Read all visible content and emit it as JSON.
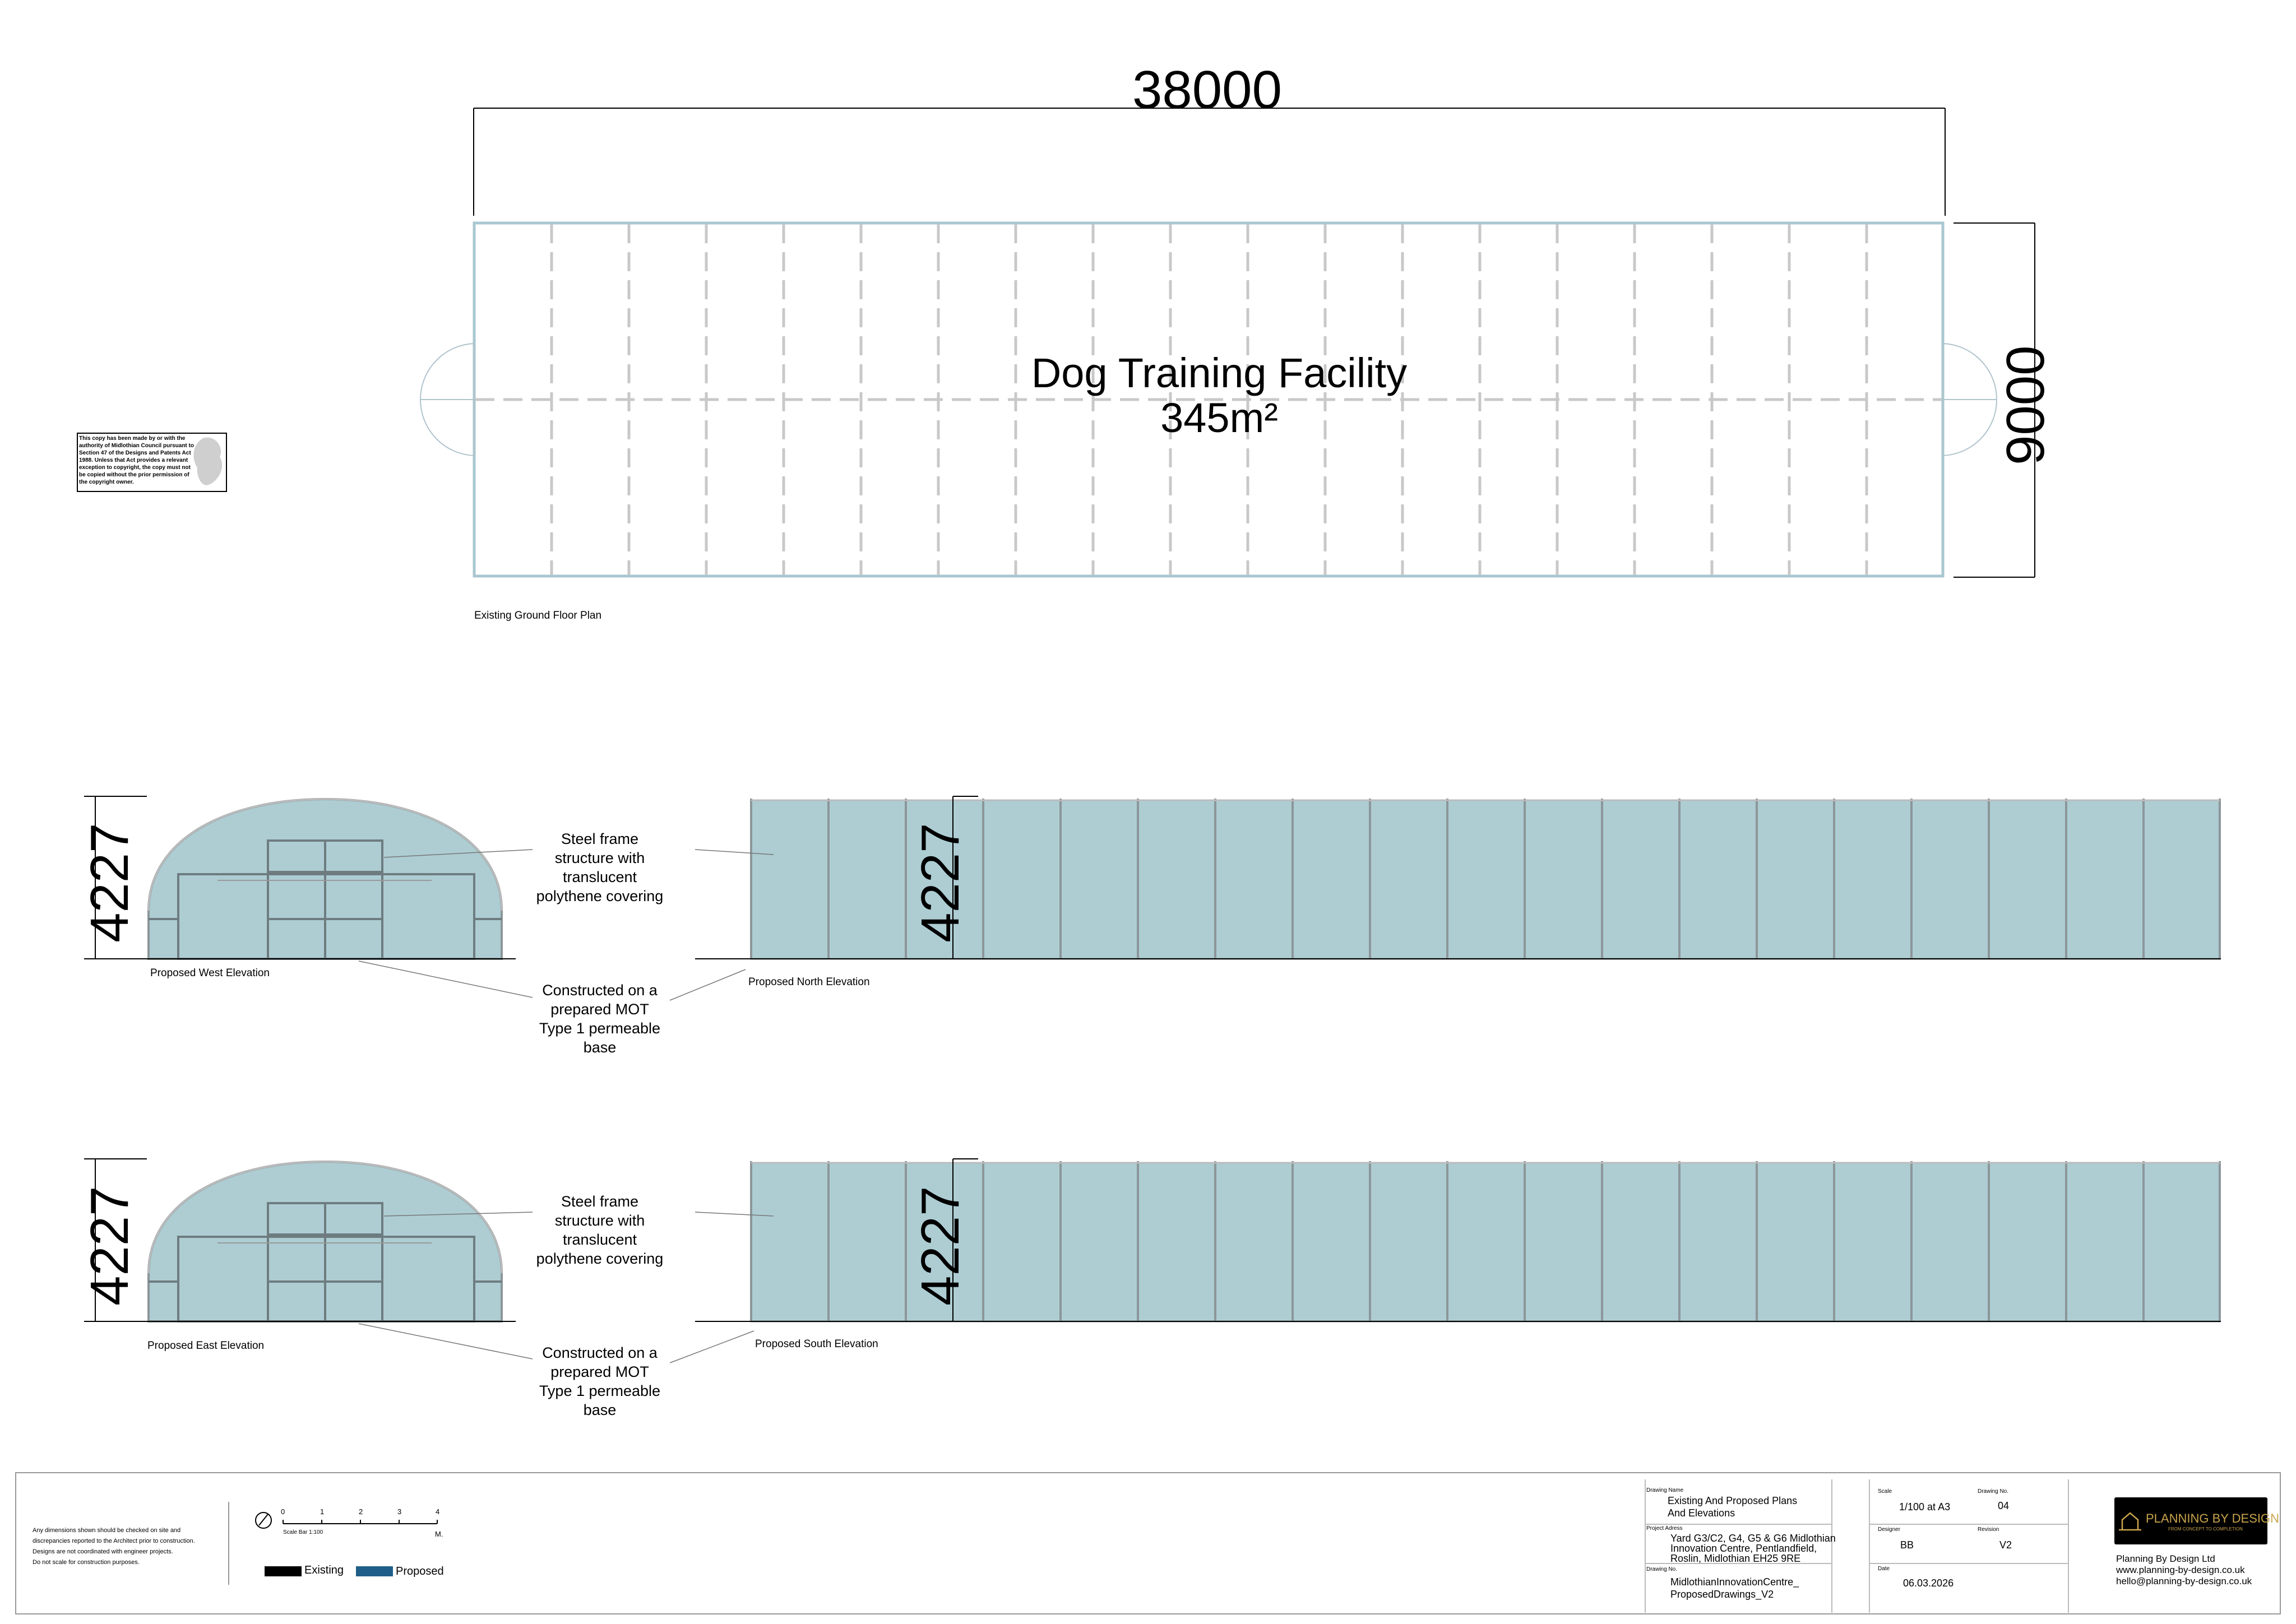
{
  "dimensions": {
    "plan_length": "38000",
    "plan_width": "9000",
    "height_west": "4227",
    "height_north": "4227",
    "height_east": "4227",
    "height_south": "4227"
  },
  "plan": {
    "name": "Dog Training Facility",
    "area": "345m²",
    "caption": "Existing Ground Floor Plan"
  },
  "copyright_notice": "This copy has been made by or with the authority of Midlothian Council pursuant to Section 47 of the Designs and Patents Act 1988. Unless that Act provides a relevant exception to copyright, the copy must not be copied without the prior permission of the copyright owner.",
  "elevations": {
    "west_caption": "Proposed West Elevation",
    "north_caption": "Proposed North Elevation",
    "east_caption": "Proposed East Elevation",
    "south_caption": "Proposed South Elevation"
  },
  "annotations": {
    "frame": [
      "Steel frame",
      "structure with",
      "translucent",
      "polythene covering"
    ],
    "base": [
      "Constructed on a",
      "prepared MOT",
      "Type 1 permeable",
      "base"
    ]
  },
  "title_block": {
    "notes": [
      "Any dimensions shown should be checked on site and",
      "discrepancies reported to the Architect prior to construction.",
      "Designs are not coordinated with engineer projects.",
      "Do not scale for construction purposes."
    ],
    "scale_bar": {
      "ticks": [
        "0",
        "1",
        "2",
        "3",
        "4"
      ],
      "unit": "M.",
      "label": "Scale Bar 1:100"
    },
    "legend": {
      "existing": "Existing",
      "proposed": "Proposed",
      "existing_color": "#000000",
      "proposed_color": "#1f5f87"
    },
    "drawing_name_label": "Drawing Name",
    "drawing_name": [
      "Existing And Proposed Plans",
      "And Elevations"
    ],
    "project_address_label": "Project Adress",
    "project_address": [
      "Yard G3/C2, G4, G5 & G6 Midlothian",
      "Innovation Centre, Pentlandfield,",
      "Roslin,  Midlothian EH25 9RE"
    ],
    "drawing_no_label": "Drawing No.",
    "drawing_no": [
      "MidlothianInnovationCentre_",
      "ProposedDrawings_V2"
    ],
    "scale_label": "Scale",
    "scale": "1/100 at A3",
    "sheet_no_label": "Drawing No.",
    "sheet_no": "04",
    "designer_label": "Designer",
    "designer": "BB",
    "revision_label": "Revision",
    "revision": "V2",
    "date_label": "Date",
    "date": "06.03.2026",
    "logo_text": "PLANNING BY DESIGN",
    "logo_tagline": "FROM CONCEPT TO COMPLETION",
    "company": "Planning By Design Ltd",
    "website": "www.planning-by-design.co.uk",
    "email": "hello@planning-by-design.co.uk"
  },
  "colors": {
    "cladding": "#adcdd3",
    "frame": "#8c9699",
    "plan_outline": "#a9c7d0",
    "gridline": "#c8c8c8"
  }
}
